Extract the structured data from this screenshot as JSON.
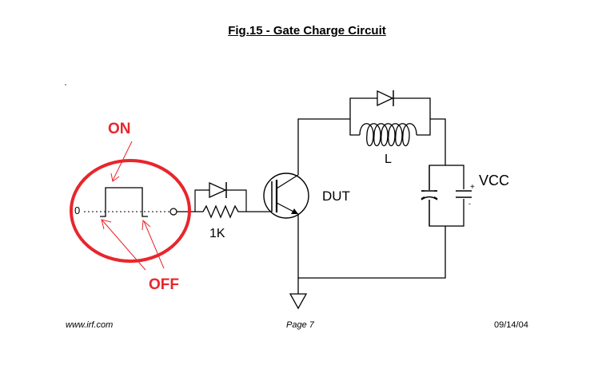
{
  "title": "Fig.15 - Gate Charge Circuit",
  "footer": {
    "website": "www.irf.com",
    "page": "Page 7",
    "date": "09/14/04"
  },
  "circuit": {
    "pulse_zero_label": "0",
    "resistor_label": "1K",
    "inductor_label": "L",
    "device_label": "DUT",
    "supply_label": "VCC"
  },
  "annotations": {
    "on_label": "ON",
    "off_label": "OFF",
    "color": "#e8262c"
  }
}
